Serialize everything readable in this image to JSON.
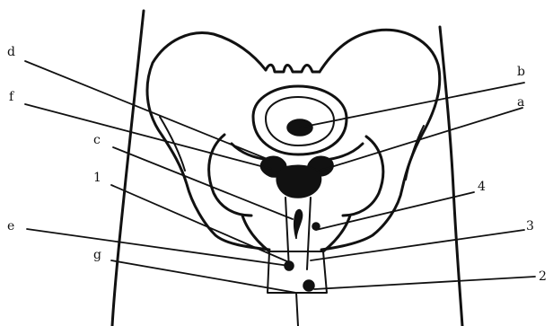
{
  "labels": {
    "a": "a",
    "b": "b",
    "c": "c",
    "d": "d",
    "e": "e",
    "f": "f",
    "g": "g",
    "n1": "1",
    "n2": "2",
    "n3": "3",
    "n4": "4"
  }
}
